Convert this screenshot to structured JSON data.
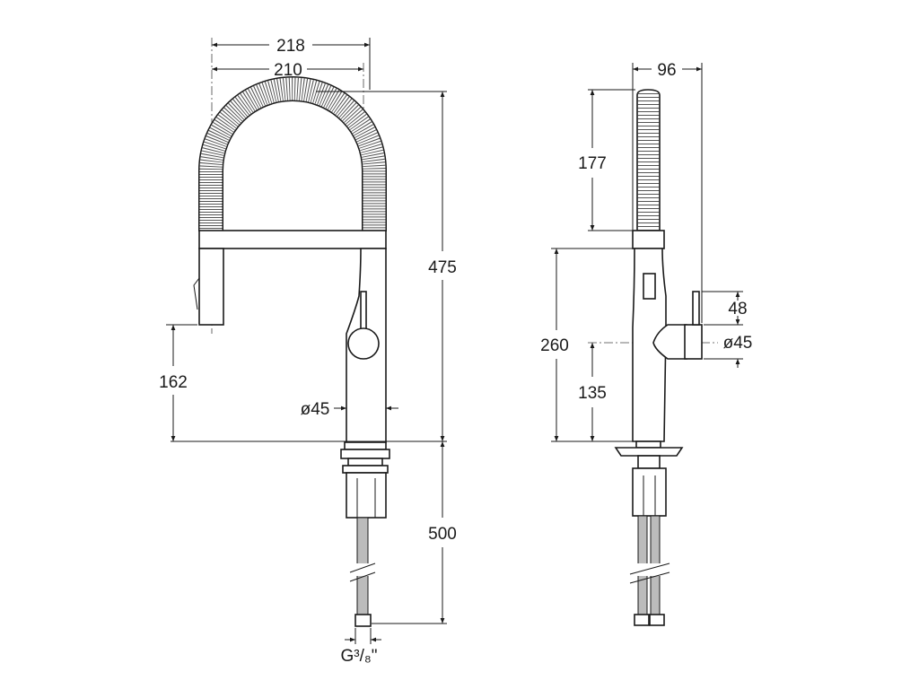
{
  "front_view": {
    "width_outer": "218",
    "width_inner": "210",
    "height_total": "475",
    "spout_height": "162",
    "body_diameter": "ø45",
    "hose_length": "500",
    "connection": "G³/₈\""
  },
  "side_view": {
    "depth": "96",
    "hose_height": "177",
    "body_height": "260",
    "handle_height": "135",
    "lever_height": "48",
    "handle_diameter": "ø45"
  }
}
